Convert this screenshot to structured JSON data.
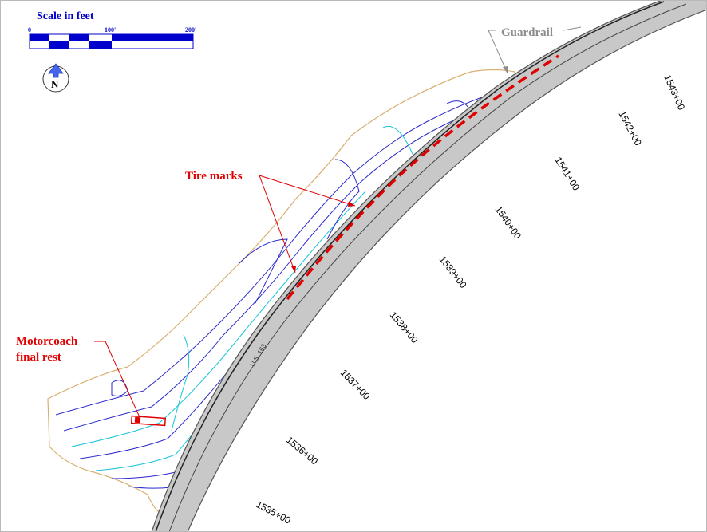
{
  "scale_bar": {
    "title": "Scale in feet",
    "ticks": [
      "0",
      "100'",
      "200'"
    ],
    "color": "#0000cc"
  },
  "north_arrow": {
    "letter": "N"
  },
  "labels": {
    "guardrail": "Guardrail",
    "tire_marks": "Tire marks",
    "motorcoach_line1": "Motorcoach",
    "motorcoach_line2": "final rest",
    "route": "U.S. 163"
  },
  "stations": [
    "1535+00",
    "1536+00",
    "1537+00",
    "1538+00",
    "1539+00",
    "1540+00",
    "1541+00",
    "1542+00",
    "1543+00"
  ],
  "colors": {
    "annotation_red": "#e00000",
    "guardrail_gray": "#8c8c8c",
    "roadway_gray": "#c8c8c8",
    "contour_blue": "#2a2acc",
    "contour_cyan": "#18c4d8",
    "boundary_tan": "#d8b070"
  }
}
